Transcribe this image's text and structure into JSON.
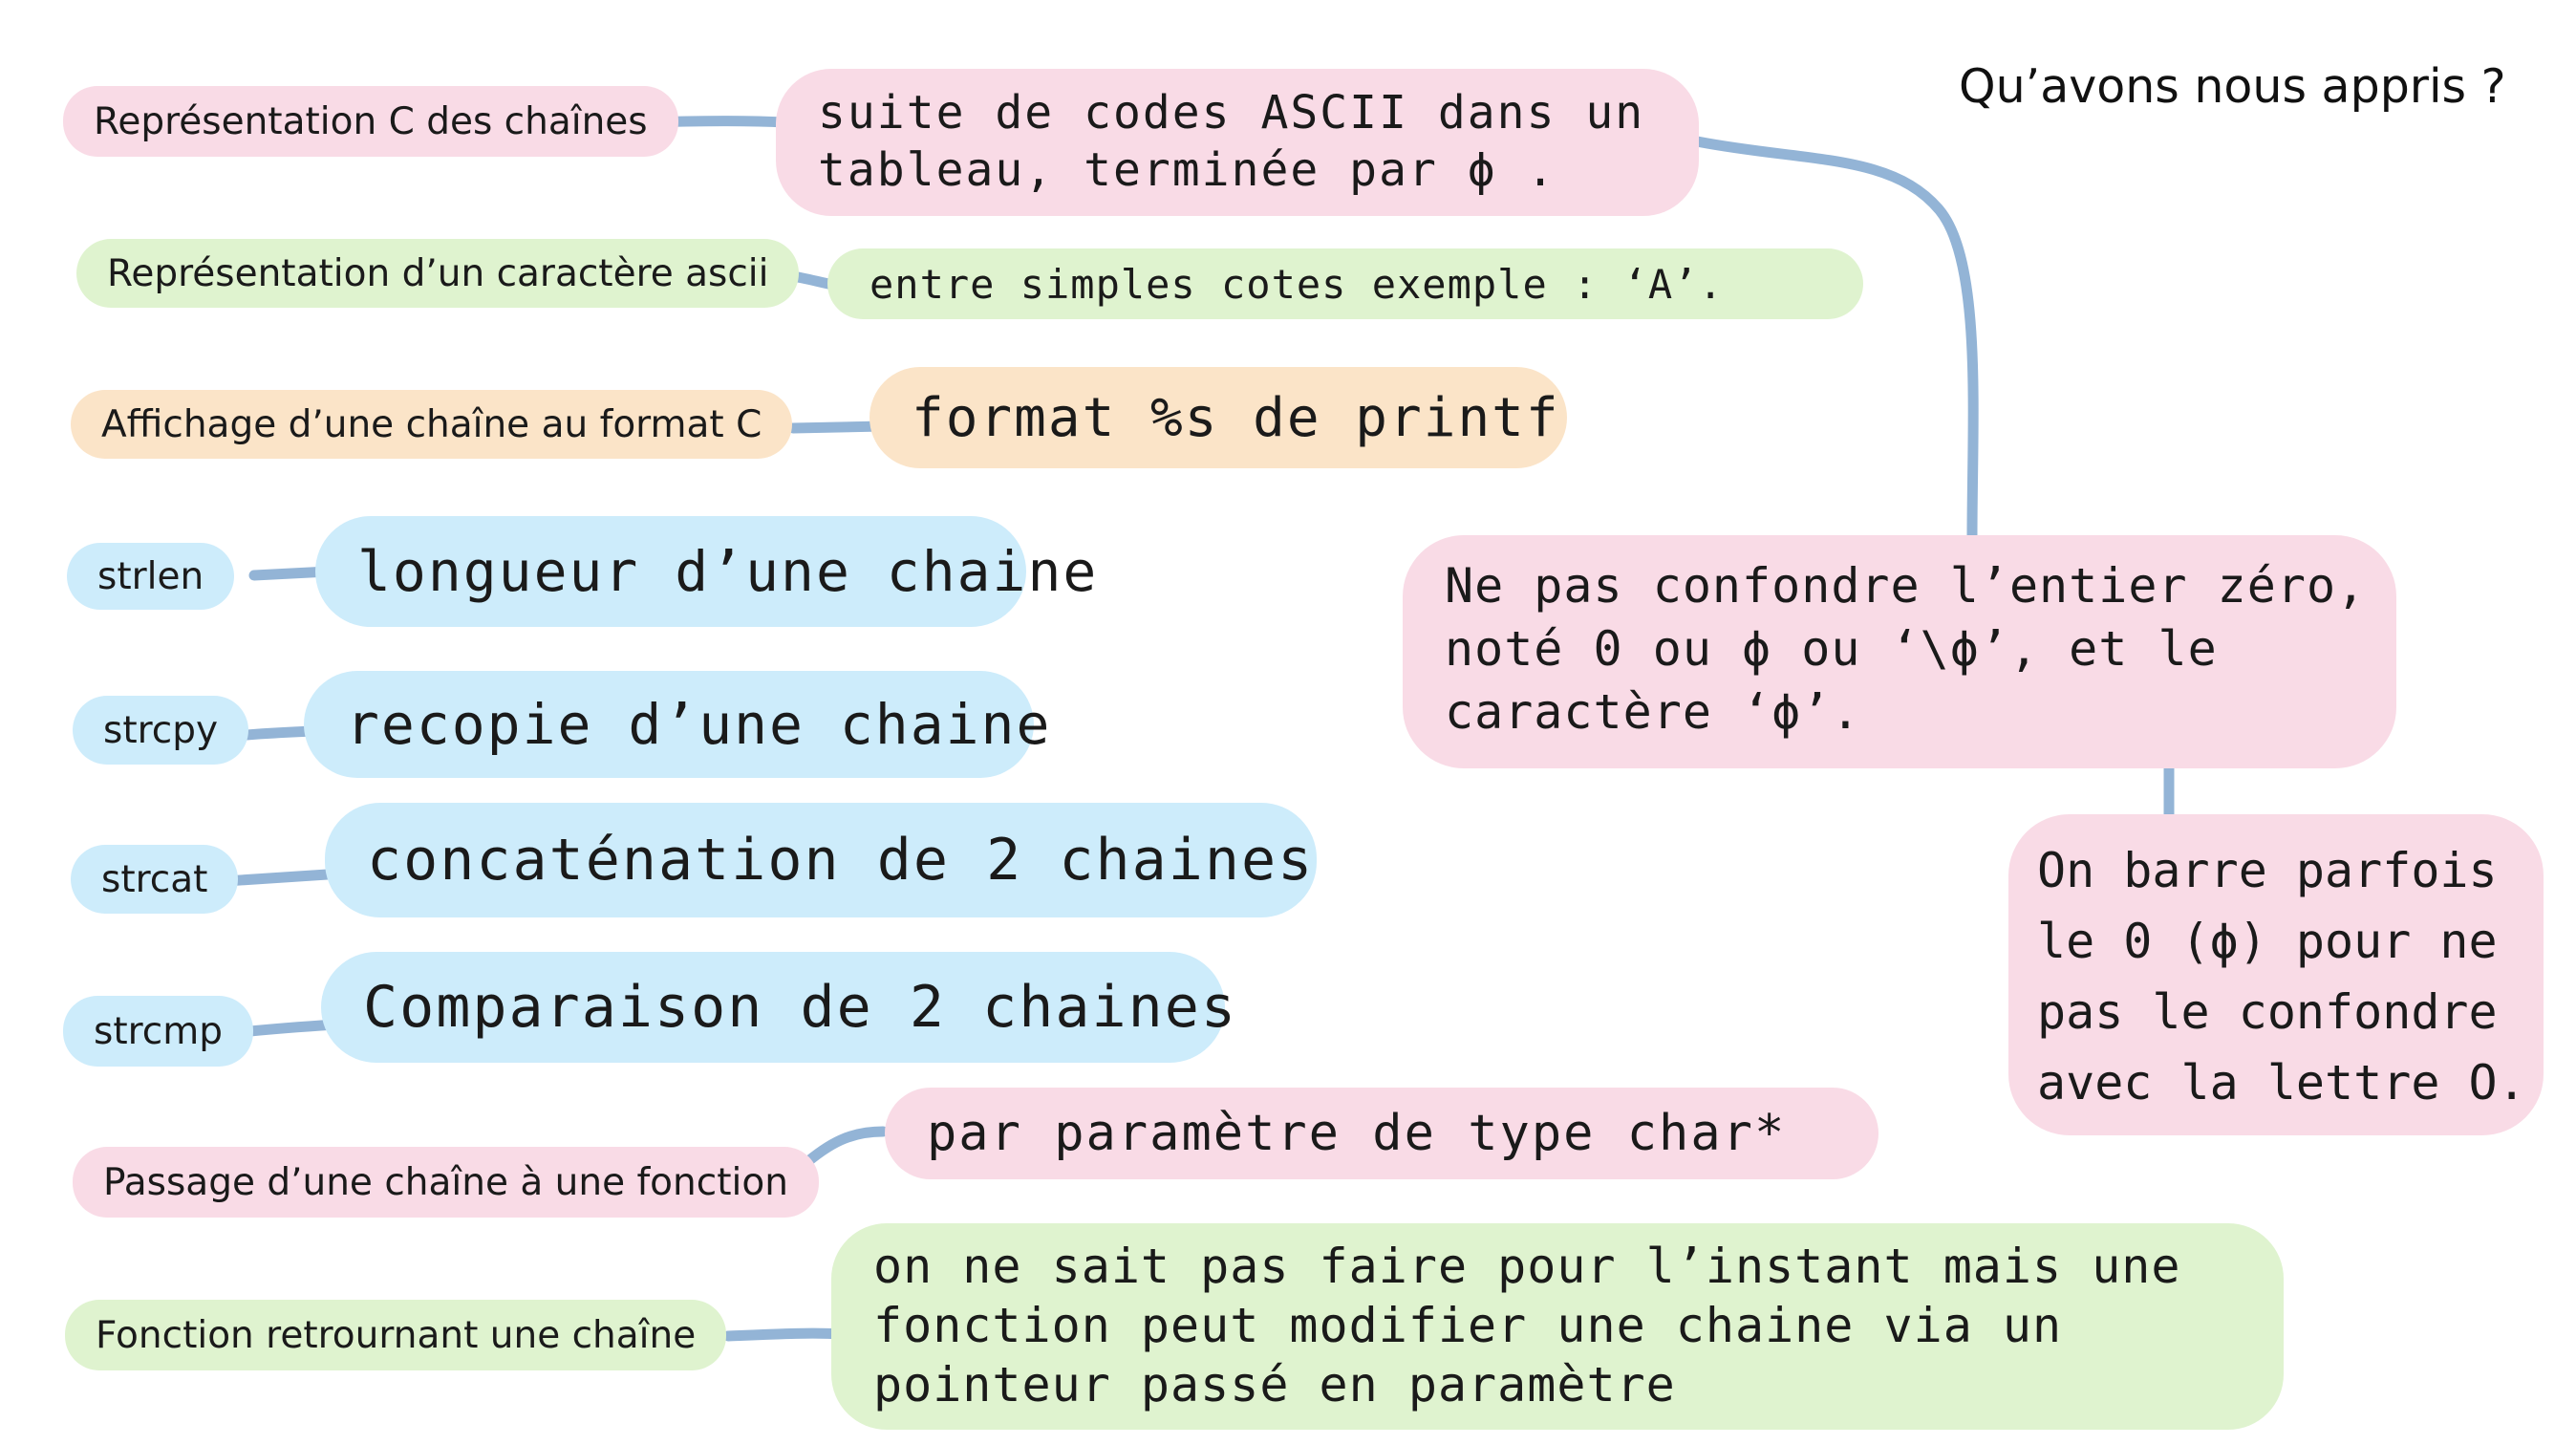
{
  "title": "Qu’avons nous appris ?",
  "colors": {
    "pink": "#f9dbe6",
    "green": "#dff3cf",
    "peach": "#fbe4c8",
    "blue": "#cdecfb",
    "connector": "#93b4d6"
  },
  "rows": [
    {
      "label": "Représentation C des chaînes",
      "note_lines": [
        "suite de codes ASCII dans un",
        "tableau, terminée par ϕ ."
      ],
      "color": "pink"
    },
    {
      "label": "Représentation d’un caractère ascii",
      "note_lines": [
        "entre simples cotes exemple : ‘A’."
      ],
      "color": "green"
    },
    {
      "label": "Affichage d’une chaîne au format C",
      "note_lines": [
        "format %s de printf"
      ],
      "color": "peach"
    },
    {
      "label": "strlen",
      "note_lines": [
        "longueur d’une chaine"
      ],
      "color": "blue"
    },
    {
      "label": "strcpy",
      "note_lines": [
        "recopie d’une chaine"
      ],
      "color": "blue"
    },
    {
      "label": "strcat",
      "note_lines": [
        "concaténation de 2 chaines"
      ],
      "color": "blue"
    },
    {
      "label": "strcmp",
      "note_lines": [
        "Comparaison de 2 chaines"
      ],
      "color": "blue"
    },
    {
      "label": "Passage d’une chaîne à une fonction",
      "note_lines": [
        "par paramètre de type char*"
      ],
      "color": "pink"
    },
    {
      "label": "Fonction retrournant une chaîne",
      "note_lines": [
        "on ne sait pas faire pour l’instant mais une",
        "fonction peut modifier une chaine via un",
        "pointeur passé en paramètre"
      ],
      "color": "green"
    }
  ],
  "side_notes": [
    {
      "lines": [
        "Ne pas confondre l’entier zéro,",
        "noté 0 ou ϕ ou ‘\\ϕ’, et le",
        "caractère ‘ϕ’."
      ],
      "color": "pink"
    },
    {
      "lines": [
        "On barre parfois",
        "le 0 (ϕ) pour ne",
        "pas le confondre",
        "avec la lettre O."
      ],
      "color": "pink"
    }
  ]
}
